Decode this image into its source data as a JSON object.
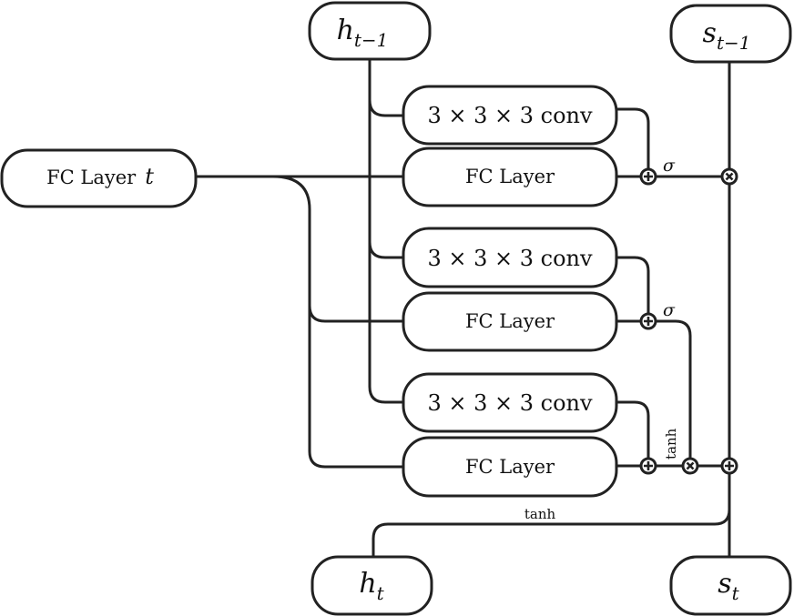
{
  "nodes": {
    "h_prev": {
      "main": "h",
      "sub": "t−1"
    },
    "s_prev": {
      "main": "s",
      "sub": "t−1"
    },
    "h_t": {
      "main": "h",
      "sub": "t"
    },
    "s_t": {
      "main": "s",
      "sub": "t"
    },
    "fc_input": {
      "label": "FC Layer",
      "var": "t"
    },
    "conv_label": "3 × 3 × 3 conv",
    "fc_label": "FC Layer"
  },
  "activations": {
    "sigma": "σ",
    "tanh": "tanh"
  }
}
